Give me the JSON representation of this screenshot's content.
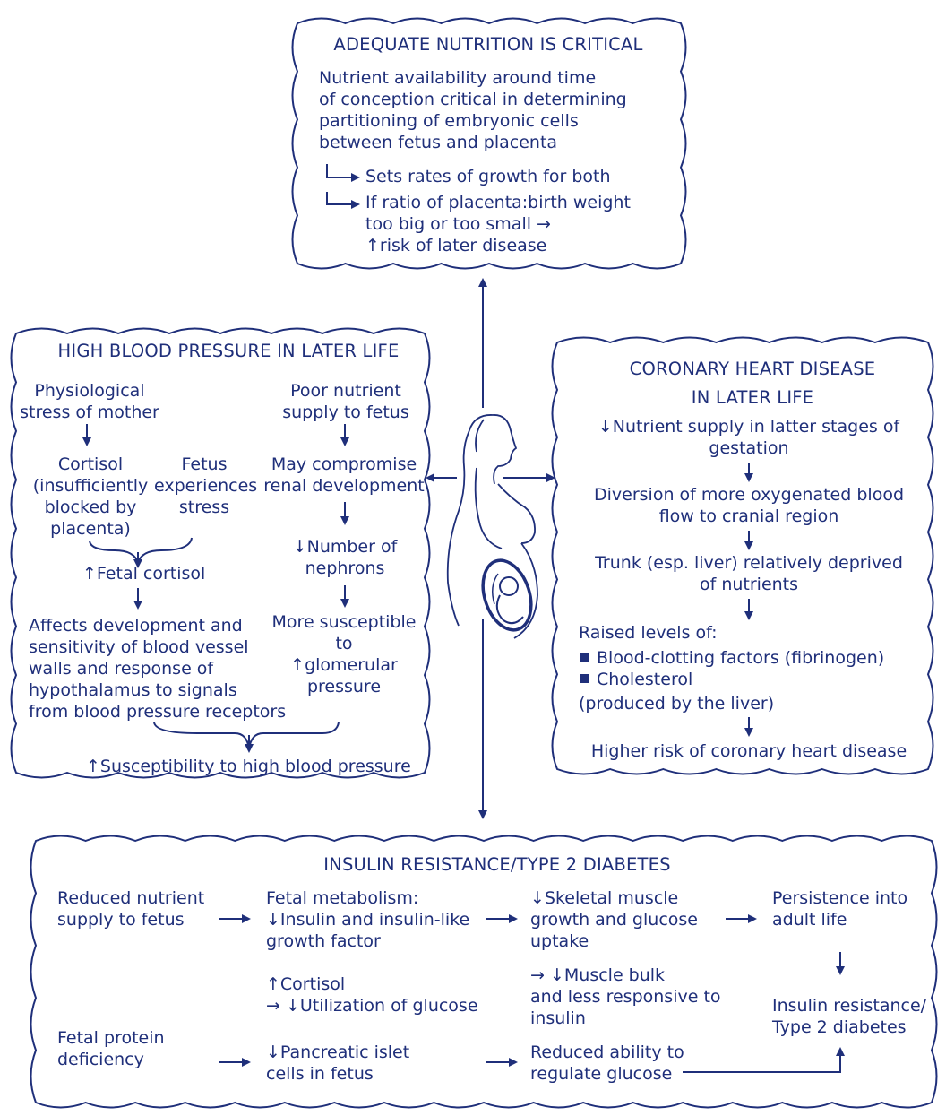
{
  "colors": {
    "ink": "#1f2f7a",
    "background": "#ffffff"
  },
  "nutrition": {
    "title": "ADEQUATE NUTRITION IS CRITICAL",
    "body": "Nutrient availability around time\nof conception critical in determining\npartitioning of embryonic cells\nbetween fetus and placenta",
    "point1": "Sets rates of growth for both",
    "point2": "If ratio of placenta:birth weight\ntoo big or too small →\n↑risk of later disease"
  },
  "blood_pressure": {
    "title": "HIGH BLOOD PRESSURE IN LATER LIFE",
    "stress": "Physiological\nstress of mother",
    "cortisol": "Cortisol\n(insufficiently\nblocked by\nplacenta)",
    "fetus_stress": "Fetus\nexperiences\nstress",
    "fetal_cortisol": "↑Fetal cortisol",
    "affects": "Affects development and\nsensitivity of blood vessel\nwalls and response of\nhypothalamus to signals\nfrom blood pressure receptors",
    "poor_supply": "Poor nutrient\nsupply to fetus",
    "renal": "May compromise\nrenal development",
    "nephrons": "↓Number of\nnephrons",
    "susceptible": "More susceptible\nto\n↑glomerular\npressure",
    "outcome": "↑Susceptibility to high blood pressure"
  },
  "coronary": {
    "title": "CORONARY HEART DISEASE\nIN LATER LIFE",
    "step1": "↓Nutrient supply in latter stages of\ngestation",
    "step2": "Diversion of more oxygenated blood\nflow to cranial region",
    "step3": "Trunk (esp. liver) relatively deprived\nof nutrients",
    "raised": "Raised levels of:",
    "item1": "Blood-clotting factors (fibrinogen)",
    "item2": "Cholesterol",
    "produced": "(produced by the liver)",
    "outcome": "Higher risk of coronary heart disease"
  },
  "insulin": {
    "title": "INSULIN RESISTANCE/TYPE 2 DIABETES",
    "reduced_supply": "Reduced nutrient\nsupply to fetus",
    "metabolism": "Fetal metabolism:\n↓Insulin and insulin-like\ngrowth factor",
    "skeletal": "↓Skeletal muscle\ngrowth and glucose\nuptake",
    "persistence": "Persistence into\nadult life",
    "cortisol": "↑Cortisol\n→ ↓Utilization of glucose",
    "muscle_bulk": "→ ↓Muscle bulk\nand less responsive to\ninsulin",
    "resistance": "Insulin resistance/\nType 2 diabetes",
    "protein": "Fetal protein\ndeficiency",
    "pancreatic": "↓Pancreatic islet\ncells in fetus",
    "regulate": "Reduced ability to\nregulate glucose"
  }
}
